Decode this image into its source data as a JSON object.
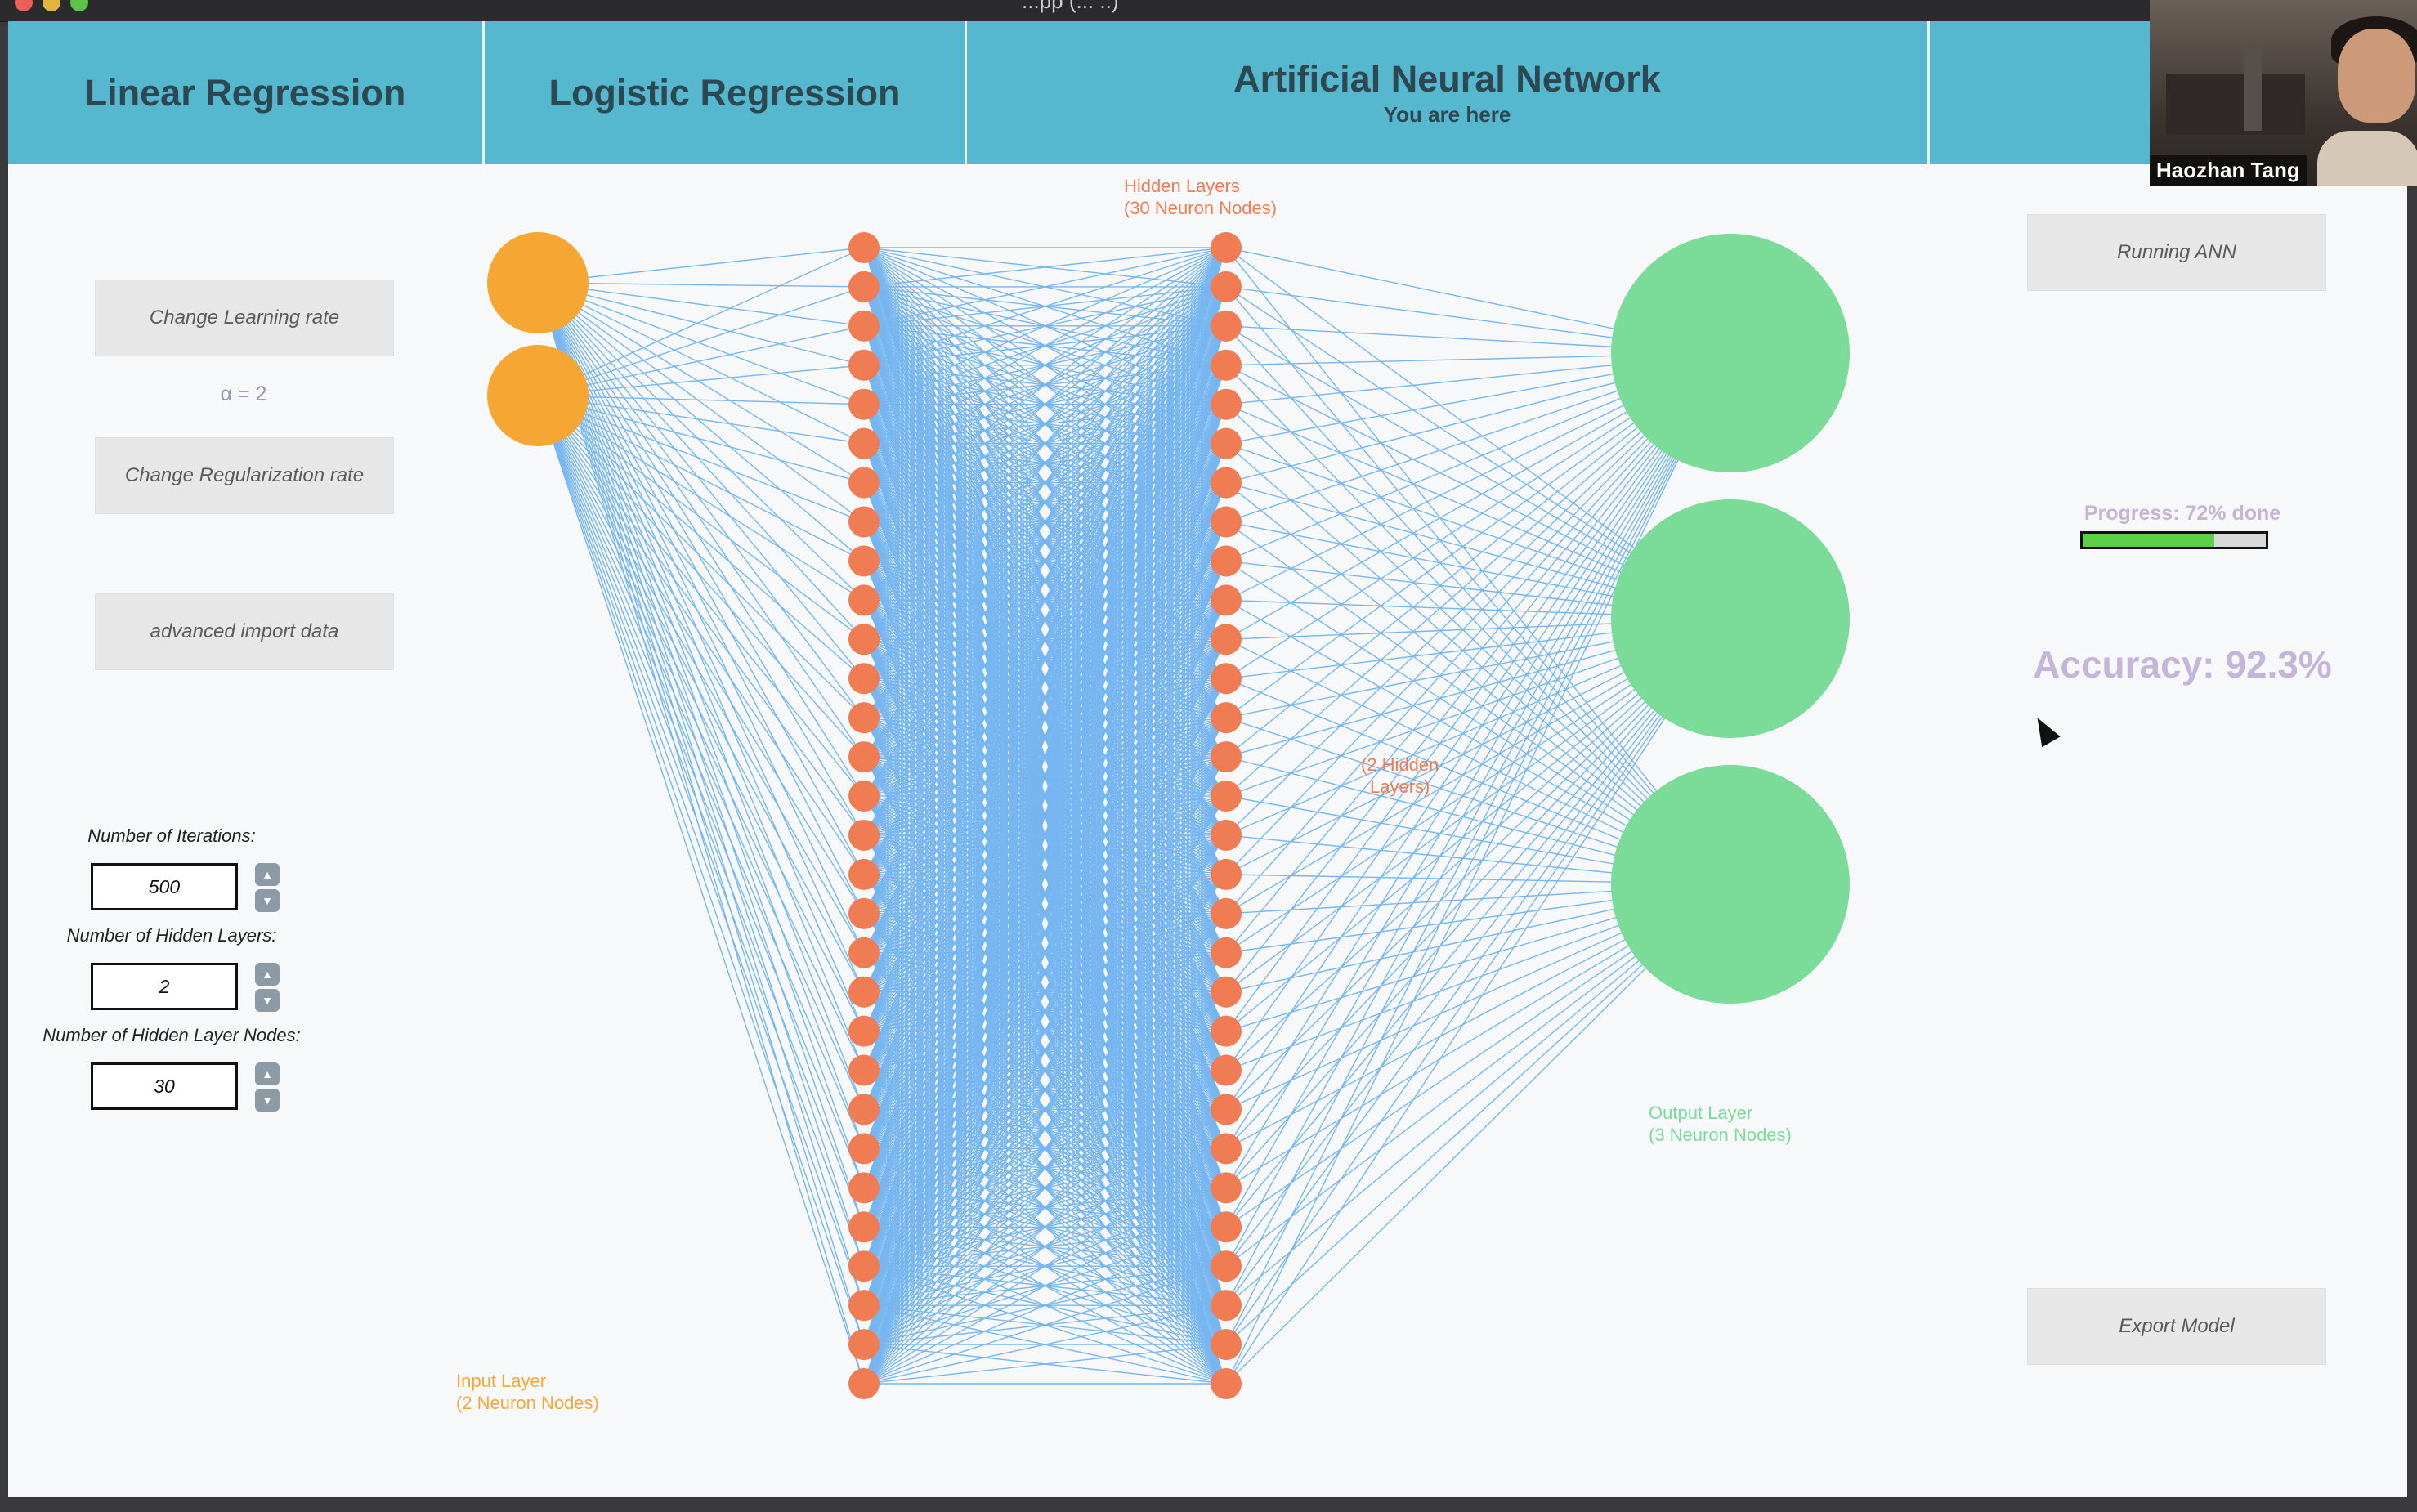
{
  "window": {
    "title": "...pp (... ..)"
  },
  "nav": {
    "tabs": [
      {
        "label": "Linear Regression"
      },
      {
        "label": "Logistic Regression"
      },
      {
        "label": "Artificial Neural Network",
        "sub": "You are here"
      },
      {
        "label": ""
      }
    ]
  },
  "left": {
    "change_learning_rate": "Change Learning rate",
    "alpha": "α = 2",
    "change_regularization_rate": "Change Regularization rate",
    "advanced_import": "advanced import data",
    "fields": [
      {
        "label": "Number of Iterations:",
        "value": "500"
      },
      {
        "label": "Number of Hidden Layers:",
        "value": "2"
      },
      {
        "label": "Number of Hidden Layer Nodes:",
        "value": "30"
      }
    ]
  },
  "network": {
    "input_layer": {
      "line1": "Input Layer",
      "line2": "(2 Neuron Nodes)",
      "nodes": 2,
      "color": "#f6a733"
    },
    "hidden_layers": {
      "line1": "Hidden Layers",
      "line2": "(30 Neuron Nodes)",
      "nodes": 30,
      "layers": 2,
      "color": "#f07c54"
    },
    "hidden_count": {
      "line1": "(2 Hidden",
      "line2": "Layers)"
    },
    "output_layer": {
      "line1": "Output Layer",
      "line2": "(3 Neuron Nodes)",
      "nodes": 3,
      "color": "#7bdb99"
    },
    "edge_color": "#77b6f0"
  },
  "right": {
    "running": "Running ANN",
    "progress_label": "Progress: 72% done",
    "progress_fraction": 0.72,
    "accuracy": "Accuracy: 92.3%",
    "export": "Export Model"
  },
  "webcam": {
    "name": "Haozhan Tang"
  }
}
